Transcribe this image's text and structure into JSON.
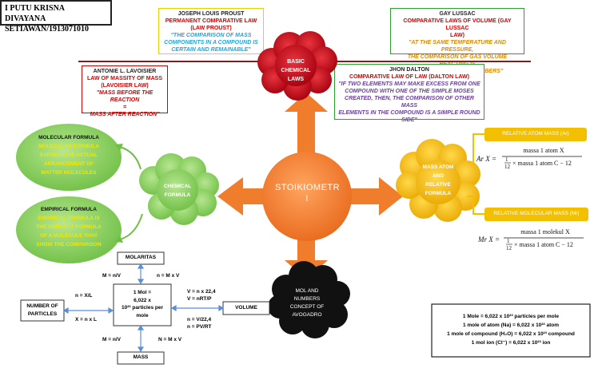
{
  "author": {
    "line1": "I PUTU KRISNA DIVAYANA",
    "line2": "SETIAWAN/1913071010"
  },
  "proust": {
    "name": "JOSEPH LOUIS PROUST",
    "law1": "PERMANENT COMPARATIVE LAW",
    "law2": "(LAW PROUST)",
    "quote1": "\"THE COMPARISON OF MASS",
    "quote2": "COMPONENTS IN A COMPOUND IS",
    "quote3": "CERTAIN AND REMAINABLE\""
  },
  "gaylussac": {
    "name": "GAY LUSSAC",
    "law1": "COMPARATIVE LAWS OF VOLUME (GAY LUSSAC",
    "law2": "LAW)",
    "quote1": "\"AT THE SAME TEMPERATURE AND PRESSURE,",
    "quote2": "THE COMPARISON OF GAS VOLUME REACTING IS",
    "quote3": "A DIFFERENT ROUND NUMBERS\""
  },
  "lavoisier": {
    "name": "ANTONIE L. LAVOISIER",
    "law1": "LAW OF MASSITY OF MASS",
    "law2": "(LAVOISIER LAW)",
    "quote1": "\"MASS BEFORE THE REACTION",
    "quote2": "=",
    "quote3": "MASS AFTER REACTION\""
  },
  "dalton": {
    "name": "JHON DALTON",
    "law1": "COMPARATIVE LAW OF LAW (DALTON LAW)",
    "quote1": "\"IF TWO ELEMENTS MAY MAKE EXCESS FROM ONE",
    "quote2": "COMPOUND WITH ONE OF THE SIMPLE MOSES",
    "quote3": "CREATED, THEN, THE COMPARISON OF OTHER MASS",
    "quote4": "ELEMENTS IN THE COMPOUND IS A SIMPLE ROUND",
    "quote5": "SIDE\""
  },
  "basic_laws": {
    "line1": "BASIC",
    "line2": "CHEMICAL",
    "line3": "LAWS"
  },
  "center": {
    "line1": "STOIKIOMETR",
    "line2": "I"
  },
  "chemical_formula": {
    "line1": "CHEMICAL",
    "line2": "FORMULA"
  },
  "molecular": {
    "title": "MOLECULAR FORMULA",
    "l1": "MOLECULAR FORMULA",
    "l2": "EXPRESSTHE ACTUAL",
    "l3": "ARRANGEMENT OF",
    "l4": "MATTER MOLECULES"
  },
  "empirical": {
    "title": "EMPIRICAL FORMULA",
    "l1": "EMPIRICAL FORMULA IS",
    "l2": "THE SIMPLEST FORMULA",
    "l3": "OF A MOLECULE THAT",
    "l4": "SHOW THE COMPARISON"
  },
  "mass_atom": {
    "l1": "MASS ATOM",
    "l2": "AND",
    "l3": "RELATIVE",
    "l4": "FORMULA"
  },
  "ar_box": {
    "label": "RELATIVE ATOM MASS (Ar)"
  },
  "mr_box": {
    "label": "RELATIVE MOLECULAR MASS (Mr)"
  },
  "ar_formula": {
    "lhs": "Ar X =",
    "num": "massa 1 atom X",
    "den_frac_top": "1",
    "den_frac_bot": "12",
    "den_rest": "× massa 1 atom C − 12"
  },
  "mr_formula": {
    "lhs": "Mr X =",
    "num": "massa 1 molekul X",
    "den_frac_top": "1",
    "den_frac_bot": "12",
    "den_rest": "× massa 1 atom C − 12"
  },
  "mole_cloud": {
    "l1": "MOL AND",
    "l2": "NUMBERS",
    "l3": "CONCEPT OF",
    "l4": "AVOGADRO"
  },
  "mole_map": {
    "molaritas": "MOLARITAS",
    "mass": "MASS",
    "volume": "VOLUME",
    "particles1": "NUMBER OF",
    "particles2": "PARTICLES",
    "center1": "1 Mol =",
    "center2": "6,022 x",
    "center3": "10²³ particles per",
    "center4": "mole",
    "m_nv_top": "M = n/V",
    "n_mv_top": "n = M x V",
    "v_n224": "V = n x 22,4",
    "v_nrtp": "V = nRT/P",
    "n_xl": "n = X/L",
    "x_nl": "X = n x L",
    "n_v224": "n = V/22,4",
    "n_pvrt": "n = PV/RT",
    "m_nv_bot": "M = n/V",
    "n_mv_bot": "N = M x V"
  },
  "summary": {
    "l1": "1 Mole = 6,022 x 10²³ particles per mole",
    "l2": "1 mole of atom  (Na) = 6,022 x 10²³ atom",
    "l3": "1 mole of compound (H₂O) = 6,022 x 10²³ compound",
    "l4": "1 mol ion (Cl⁻) = 6,022 x 10²³ ion"
  },
  "colors": {
    "orange": "#f07d2b",
    "red_cloud": "#c8101e",
    "green": "#8fd06a",
    "yellow": "#f2c000",
    "black": "#111111"
  }
}
